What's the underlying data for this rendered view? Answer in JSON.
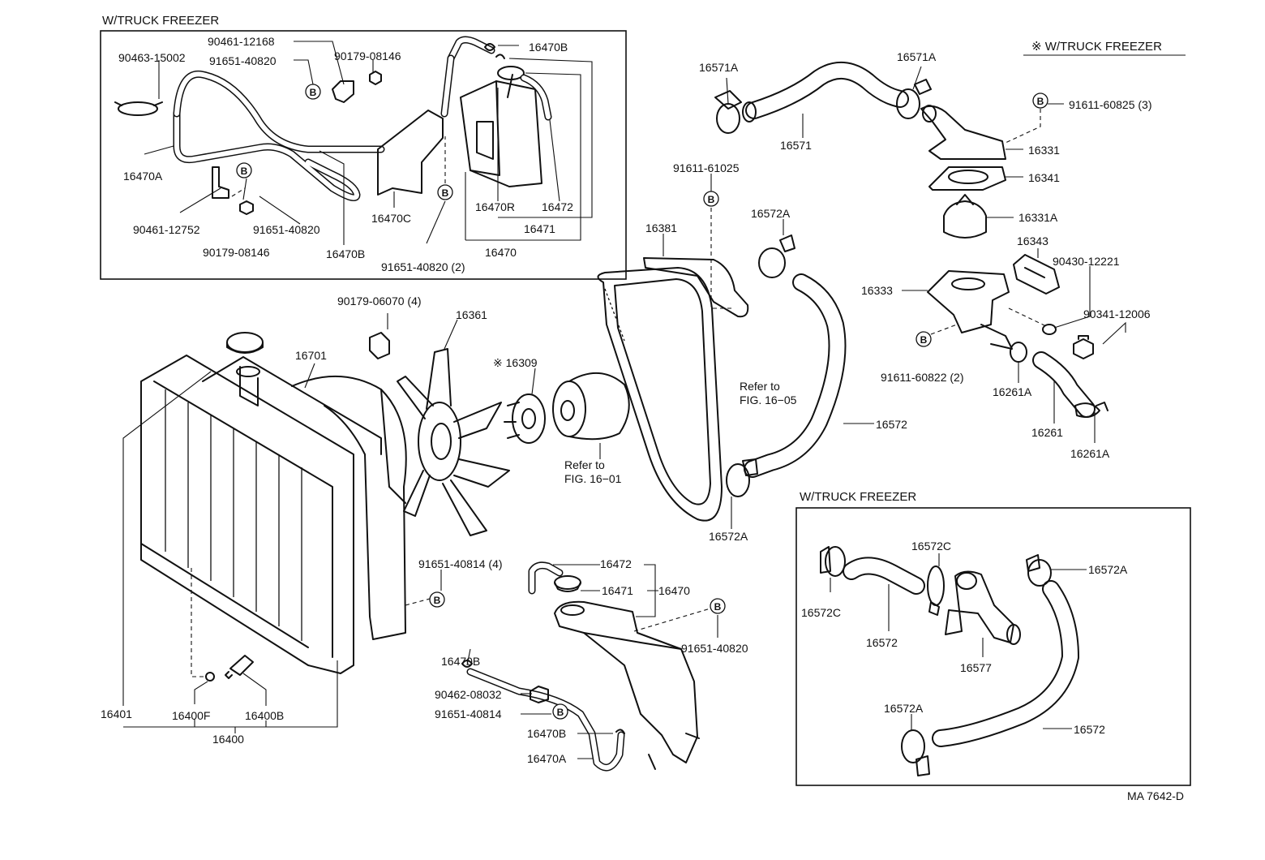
{
  "sections": {
    "truck_freezer_top": "W/TRUCK FREEZER",
    "truck_freezer_right": "※ W/TRUCK FREEZER",
    "truck_freezer_box": "W/TRUCK FREEZER"
  },
  "symbol_b": "B",
  "refs": {
    "fig_16_05_a": "Refer to",
    "fig_16_05_b": "FIG. 16−05",
    "fig_16_01_a": "Refer to",
    "fig_16_01_b": "FIG. 16−01"
  },
  "footer_code": "MA 7642-D",
  "labels": {
    "p90461_12168": "90461-12168",
    "p90463_15002": "90463-15002",
    "p91651_40820_top": "91651-40820",
    "p90179_08146_top": "90179-08146",
    "p16470B_top": "16470B",
    "p16470A_top": "16470A",
    "p90461_12752": "90461-12752",
    "p91651_40820_mid": "91651-40820",
    "p90179_08146_bot": "90179-08146",
    "p16470B_mid": "16470B",
    "p16470C": "16470C",
    "p16470R": "16470R",
    "p16472_top": "16472",
    "p16471_top": "16471",
    "p16470_top": "16470",
    "p91651_40820_2": "91651-40820 (2)",
    "p16571A_l": "16571A",
    "p16571A_r": "16571A",
    "p16571": "16571",
    "p91611_60825": "91611-60825 (3)",
    "p16331": "16331",
    "p16341": "16341",
    "p91611_61025": "91611-61025",
    "p16572A_top": "16572A",
    "p16381": "16381",
    "p16331A": "16331A",
    "p16343": "16343",
    "p90430_12221": "90430-12221",
    "p16333": "16333",
    "p90341_12006": "90341-12006",
    "p91611_60822": "91611-60822 (2)",
    "p16261A_top": "16261A",
    "p16261": "16261",
    "p16261A_bot": "16261A",
    "p90179_06070": "90179-06070 (4)",
    "p16361": "16361",
    "p16309": "※ 16309",
    "p16701": "16701",
    "p16572_mid": "16572",
    "p16572A_mid": "16572A",
    "p91651_40814_4": "91651-40814 (4)",
    "p16472_bot": "16472",
    "p16471_bot": "16471",
    "p16470_bot": "16470",
    "p91651_40820_bot": "91651-40820",
    "p16470B_bot": "16470B",
    "p90462_08032": "90462-08032",
    "p91651_40814": "91651-40814",
    "p16470B_low": "16470B",
    "p16470A_low": "16470A",
    "p16401": "16401",
    "p16400F": "16400F",
    "p16400B": "16400B",
    "p16400": "16400",
    "p16572C_top": "16572C",
    "p16572A_box": "16572A",
    "p16572C_l": "16572C",
    "p16572_box": "16572",
    "p16577": "16577",
    "p16572A_box_bot": "16572A",
    "p16572_box_bot": "16572"
  }
}
